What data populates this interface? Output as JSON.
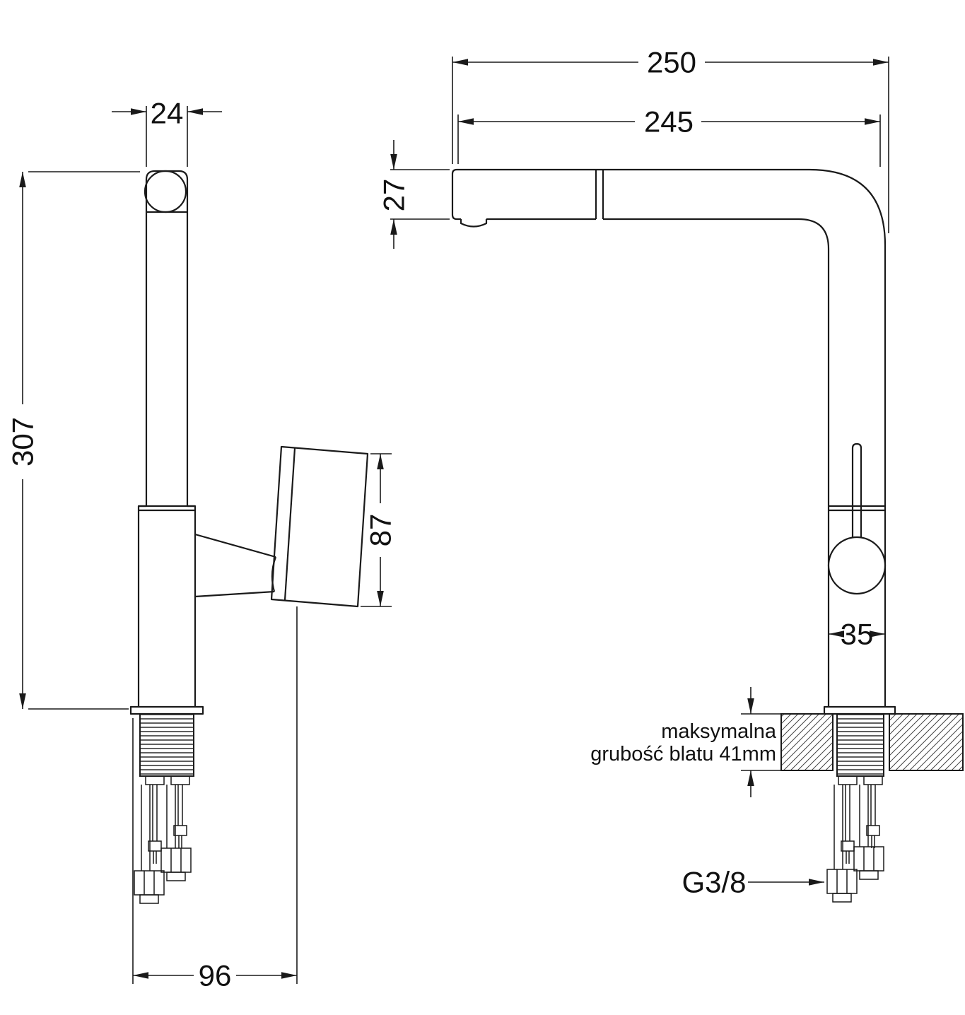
{
  "page": {
    "background": "#ffffff",
    "line_color": "#1a1a1a"
  },
  "drawing": {
    "type": "technical-dimension-drawing",
    "subject": "kitchen faucet with pull-out spout, two orthographic views",
    "side_view": {
      "dims": {
        "spout_pipe_width": "24",
        "overall_height": "307",
        "handle_length": "87",
        "base_depth": "96"
      }
    },
    "front_view": {
      "dims": {
        "reach_overall": "250",
        "reach_spout": "245",
        "spout_end_height": "27",
        "body_width": "35"
      },
      "labels": {
        "thread": "G3/8",
        "counter_note_line1": "maksymalna",
        "counter_note_line2": "grubość blatu 41mm"
      }
    }
  }
}
